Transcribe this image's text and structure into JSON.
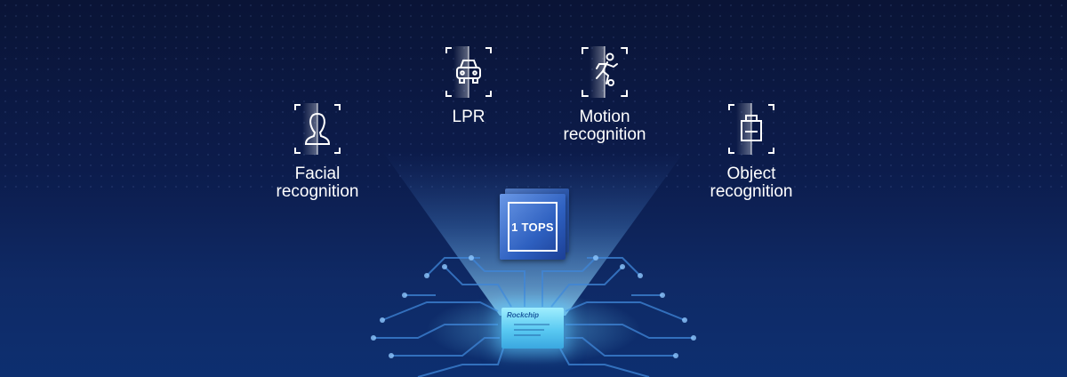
{
  "features": [
    {
      "id": "facial",
      "icon": "person-bust-icon",
      "label": "Facial\nrecognition"
    },
    {
      "id": "lpr",
      "icon": "car-icon",
      "label": "LPR"
    },
    {
      "id": "motion",
      "icon": "running-person-icon",
      "label": "Motion\nrecognition"
    },
    {
      "id": "object",
      "icon": "shopping-bag-icon",
      "label": "Object\nrecognition"
    }
  ],
  "chip": {
    "label": "1 TOPS",
    "brand": "Rockchip"
  },
  "colors": {
    "background": "#0c1c4c",
    "beam": "#7fd0ff",
    "chip_glow": "#59c9f2",
    "accent": "#2e60c0"
  }
}
